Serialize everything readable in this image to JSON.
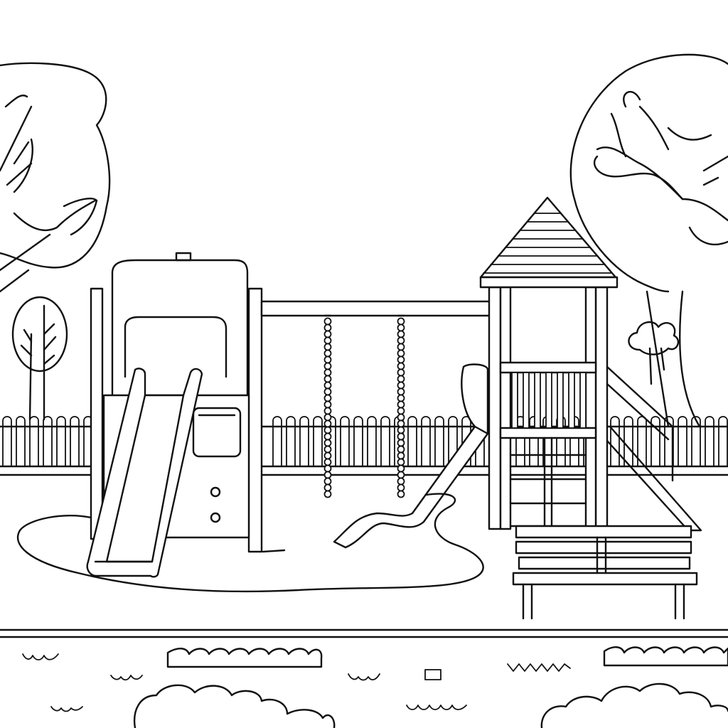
{
  "image": {
    "style": "black line-art coloring page",
    "colors": {
      "line": "#111111",
      "background": "#ffffff"
    }
  },
  "scene": {
    "elements": [
      "tree-left-large",
      "tree-left-small",
      "tree-right-large",
      "bush-right",
      "picket-fence",
      "play-structure-left",
      "slide-left",
      "swing-set",
      "swing-chain-left",
      "swing-chain-right",
      "tower-house",
      "tower-roof",
      "wavy-slide",
      "tower-ladder",
      "park-bench",
      "ground-mat",
      "path-lines",
      "grass-tufts",
      "hedges",
      "bushes-foreground"
    ]
  }
}
